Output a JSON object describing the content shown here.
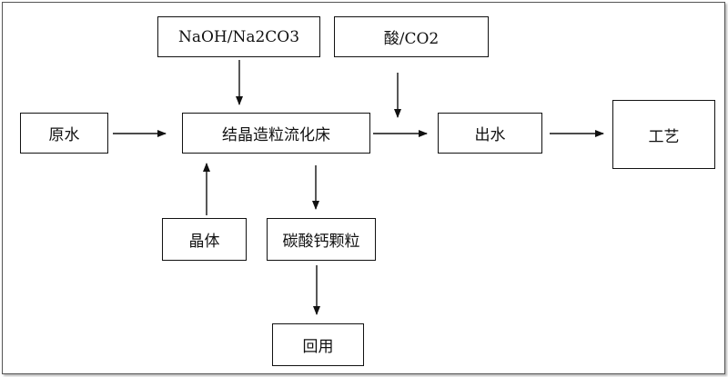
{
  "nodes": {
    "raw_water": "原水",
    "fluidized_bed": "结晶造粒流化床",
    "reagent": "NaOH/Na2CO3",
    "acid": "酸/CO2",
    "effluent": "出水",
    "process": "工艺",
    "seed_crystal": "晶体",
    "calcium_carbonate": "碳酸钙颗粒",
    "reuse": "回用"
  }
}
